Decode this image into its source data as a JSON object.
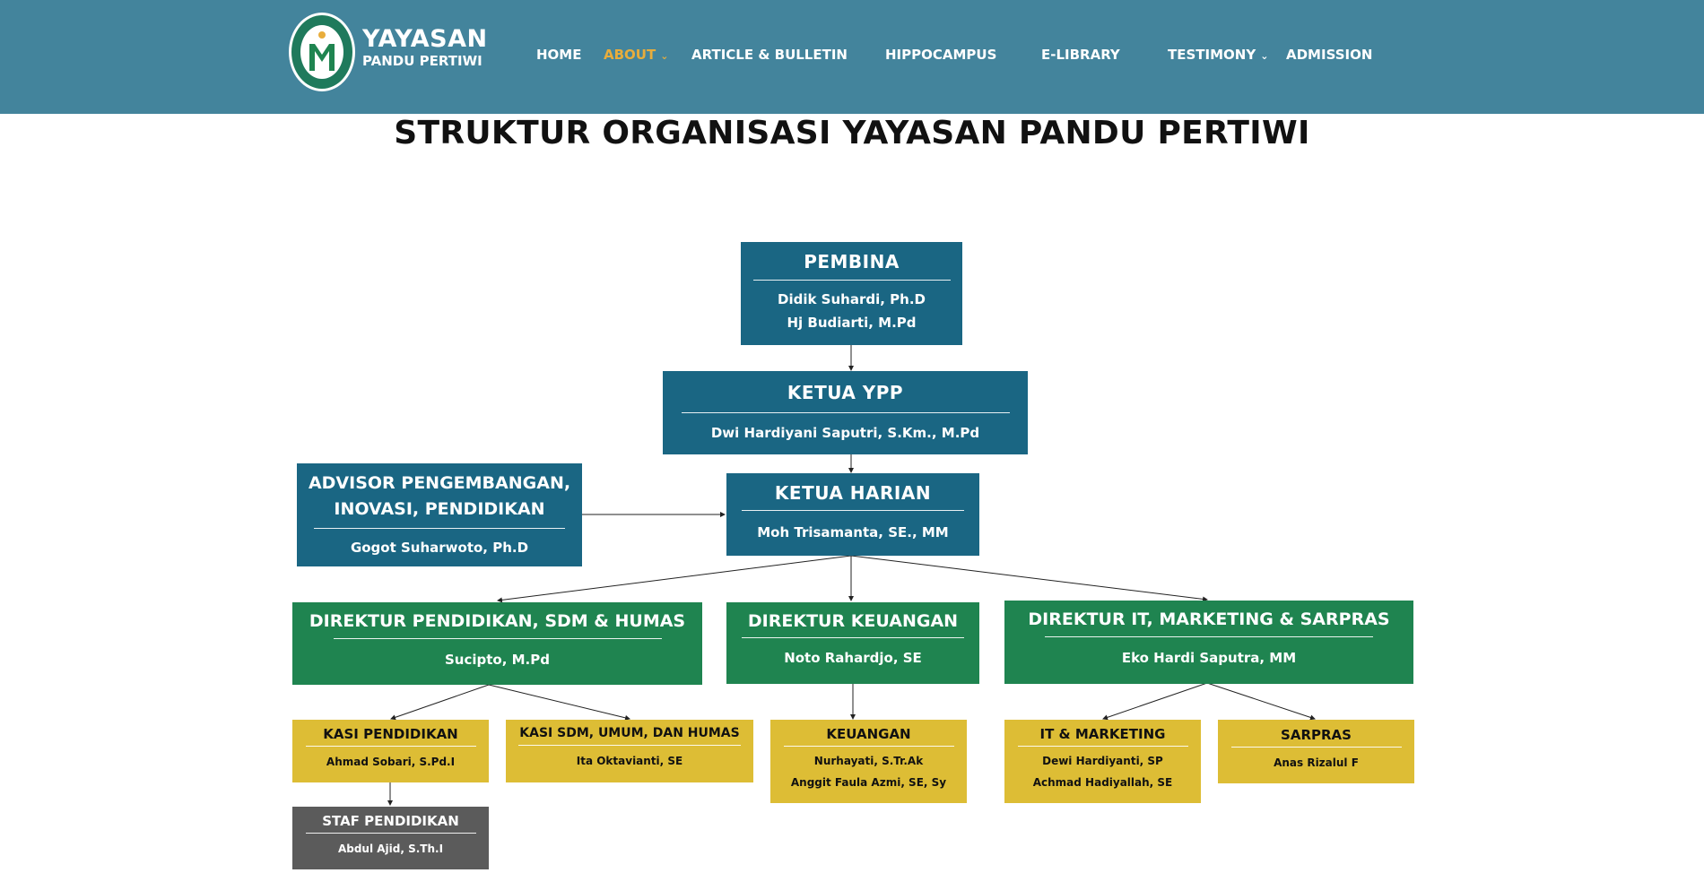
{
  "brand": {
    "name": "YAYASAN",
    "sub": "PANDU PERTIWI",
    "logo_text": "YAYASAN PANDU PERTIWI"
  },
  "nav": [
    {
      "label": "HOME"
    },
    {
      "label": "ABOUT"
    },
    {
      "label": "ARTICLE & BULLETIN"
    },
    {
      "label": "HIPPOCAMPUS"
    },
    {
      "label": "E-LIBRARY"
    },
    {
      "label": "TESTIMONY"
    },
    {
      "label": "ADMISSION"
    }
  ],
  "page_title": "STRUKTUR ORGANISASI YAYASAN PANDU PERTIWI",
  "org": {
    "pembina": {
      "title": "PEMBINA",
      "names": [
        "Didik Suhardi, Ph.D",
        "Hj Budiarti, M.Pd"
      ]
    },
    "ketua_ypp": {
      "title": "KETUA YPP",
      "names": [
        "Dwi Hardiyani Saputri, S.Km., M.Pd"
      ]
    },
    "ketua_harian": {
      "title": "KETUA HARIAN",
      "names": [
        "Moh Trisamanta, SE., MM"
      ]
    },
    "advisor": {
      "title_line1": "ADVISOR PENGEMBANGAN,",
      "title_line2": "INOVASI, PENDIDIKAN",
      "names": [
        "Gogot Suharwoto, Ph.D"
      ]
    },
    "dir_pendidikan": {
      "title": "DIREKTUR PENDIDIKAN, SDM & HUMAS",
      "names": [
        "Sucipto, M.Pd"
      ]
    },
    "dir_keuangan": {
      "title": "DIREKTUR KEUANGAN",
      "names": [
        "Noto Rahardjo, SE"
      ]
    },
    "dir_it": {
      "title": "DIREKTUR IT, MARKETING & SARPRAS",
      "names": [
        "Eko Hardi Saputra, MM"
      ]
    },
    "kasi_pendidikan": {
      "title": "KASI PENDIDIKAN",
      "names": [
        "Ahmad Sobari, S.Pd.I"
      ]
    },
    "kasi_sdm": {
      "title": "KASI SDM, UMUM, DAN HUMAS",
      "names": [
        "Ita Oktavianti, SE"
      ]
    },
    "keuangan": {
      "title": "KEUANGAN",
      "names": [
        "Nurhayati, S.Tr.Ak",
        "Anggit Faula Azmi, SE, Sy"
      ]
    },
    "it_marketing": {
      "title": "IT & MARKETING",
      "names": [
        "Dewi Hardiyanti, SP",
        "Achmad Hadiyallah, SE"
      ]
    },
    "sarpras": {
      "title": "SARPRAS",
      "names": [
        "Anas Rizalul F"
      ]
    },
    "staf_pendidikan": {
      "title": "STAF PENDIDIKAN",
      "names": [
        "Abdul Ajid, S.Th.I"
      ]
    }
  },
  "colors": {
    "header": "#43849c",
    "blue": "#1a6683",
    "green": "#1f8450",
    "yellow": "#ddbd35",
    "gray": "#5b5b5b",
    "active_nav": "#e8ad3c"
  }
}
